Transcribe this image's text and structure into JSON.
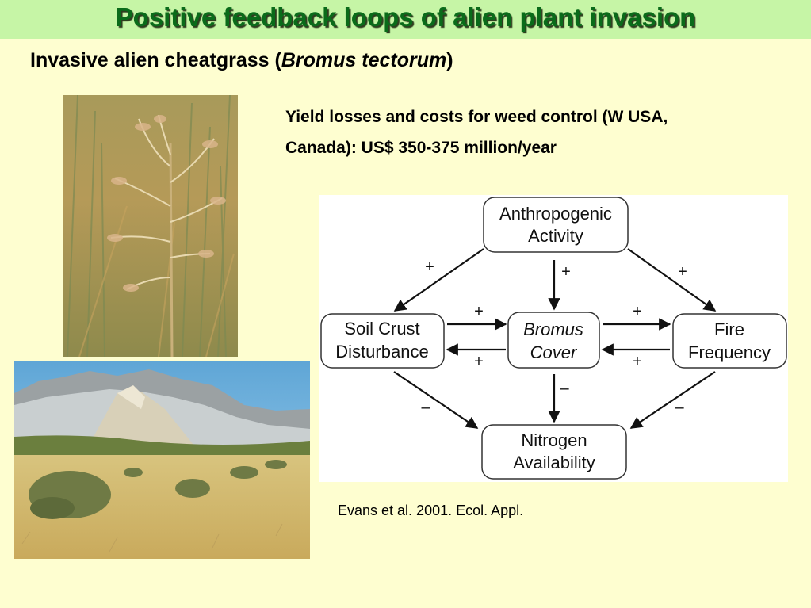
{
  "title": "Positive feedback loops of alien plant invasion",
  "subtitle": {
    "prefix": "Invasive alien cheatgrass (",
    "species": "Bromus tectorum",
    "suffix": ")"
  },
  "yield_text": {
    "line1": "Yield losses and costs for weed control (W USA,",
    "line2": "Canada): US$ 350-375 million/year"
  },
  "photos": {
    "grass": "cheatgrass-closeup-photo",
    "landscape": "rangeland-landscape-photo"
  },
  "diagram": {
    "nodes": {
      "anthropogenic": {
        "line1": "Anthropogenic",
        "line2": "Activity"
      },
      "soil": {
        "line1": "Soil Crust",
        "line2": "Disturbance"
      },
      "bromus": {
        "line1": "Bromus",
        "line2": "Cover"
      },
      "fire": {
        "line1": "Fire",
        "line2": "Frequency"
      },
      "nitrogen": {
        "line1": "Nitrogen",
        "line2": "Availability"
      }
    },
    "signs": {
      "anthro_to_soil": "+",
      "anthro_to_bromus": "+",
      "anthro_to_fire": "+",
      "soil_to_bromus": "+",
      "bromus_to_soil": "+",
      "bromus_to_fire": "+",
      "fire_to_bromus": "+",
      "soil_to_nitrogen": "–",
      "bromus_to_nitrogen": "–",
      "fire_to_nitrogen": "–"
    }
  },
  "citation": "Evans et al. 2001. Ecol. Appl."
}
